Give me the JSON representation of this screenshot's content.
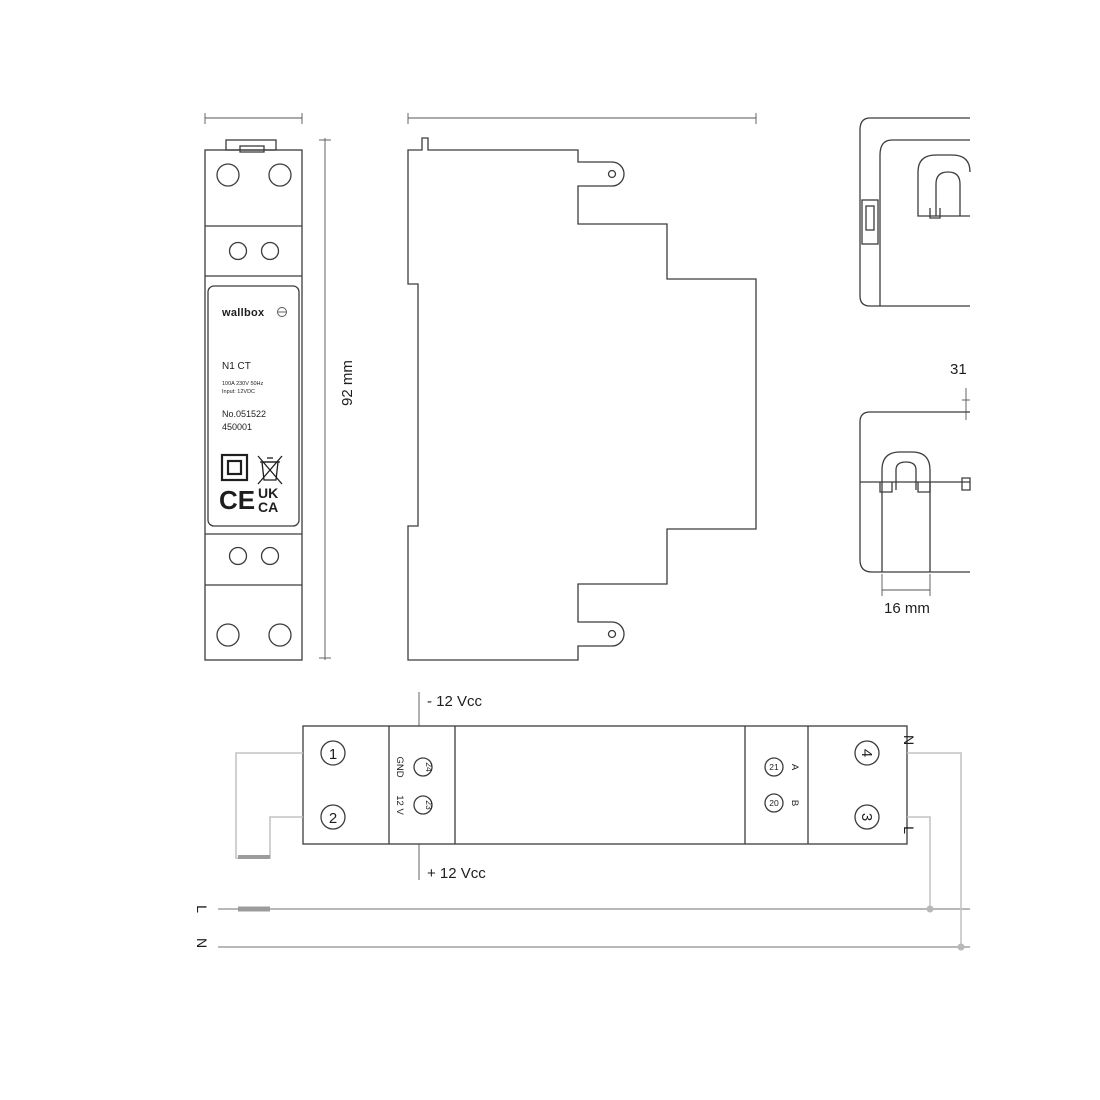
{
  "dimensions": {
    "height": "92 mm",
    "depth_partial": "31",
    "opening": "16 mm"
  },
  "label": {
    "brand": "wallbox",
    "model": "N1 CT",
    "rating": "100A 230V 50Hz",
    "input": "Input: 12VDC",
    "serial": "No.051522",
    "code": "450001",
    "ce_mark": "CE",
    "ukca_line1": "UK",
    "ukca_line2": "CA"
  },
  "wiring": {
    "supply_minus": "- 12 Vcc",
    "supply_plus": "+ 12 Vcc",
    "terminals": {
      "t1": "1",
      "t2": "2",
      "t3": "3",
      "t4": "4",
      "t24": "24",
      "t23": "23",
      "t21": "21",
      "t20": "20"
    },
    "gnd": "GND",
    "v12": "12 V",
    "bus_a": "A",
    "bus_b": "B",
    "out_n": "N",
    "out_l": "L",
    "line_l": "L",
    "line_n": "N"
  }
}
